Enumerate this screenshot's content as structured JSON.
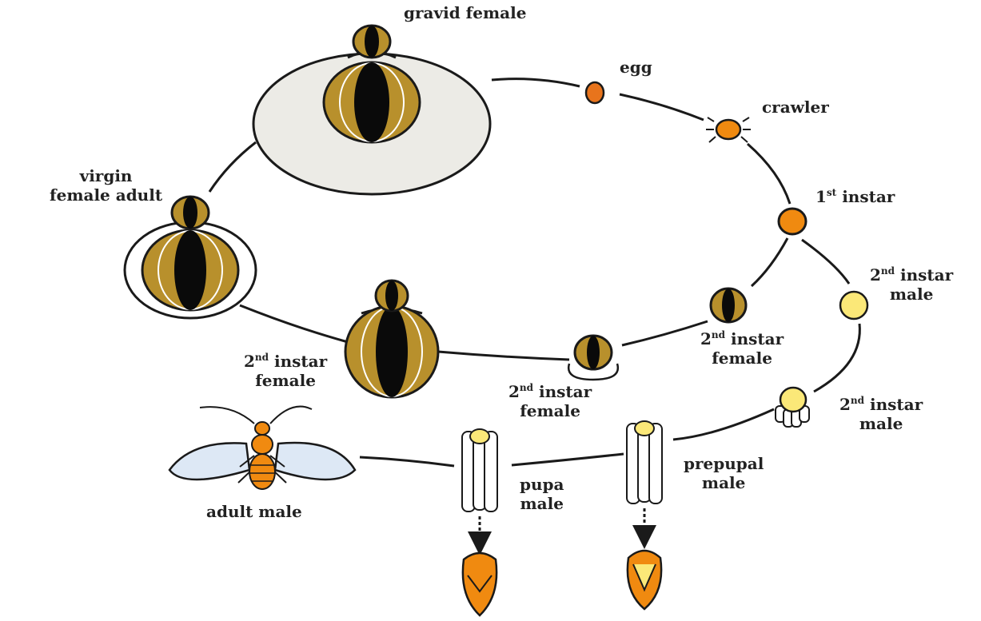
{
  "labels": {
    "gravid_female": "gravid female",
    "egg": "egg",
    "crawler": "crawler",
    "first_instar": {
      "num": "1",
      "sup": "st",
      "word": " instar"
    },
    "second_instar_male_a": {
      "num": "2",
      "sup": "nd",
      "word": " instar",
      "line2": "male"
    },
    "second_instar_male_b": {
      "num": "2",
      "sup": "nd",
      "word": " instar",
      "line2": "male"
    },
    "second_instar_female_a": {
      "num": "2",
      "sup": "nd",
      "word": " instar",
      "line2": "female"
    },
    "second_instar_female_b": {
      "num": "2",
      "sup": "nd",
      "word": " instar",
      "line2": "female"
    },
    "second_instar_female_c": {
      "num": "2",
      "sup": "nd",
      "word": " instar",
      "line2": "female"
    },
    "virgin_female_adult": {
      "line1": "virgin",
      "line2": "female adult"
    },
    "adult_male": "adult male",
    "pupa_male": {
      "line1": "pupa",
      "line2": "male"
    },
    "prepupal_male": {
      "line1": "prepupal",
      "line2": "male"
    }
  },
  "colors": {
    "outline": "#1a1a1a",
    "scale_gold": "#b8902c",
    "scale_black": "#0a0a0a",
    "egg_orange": "#e8741c",
    "male_yellow": "#fbe878",
    "wax_cover": "#ecebe6",
    "wing_blue": "#dde8f5",
    "stage_orange": "#f08a10"
  }
}
